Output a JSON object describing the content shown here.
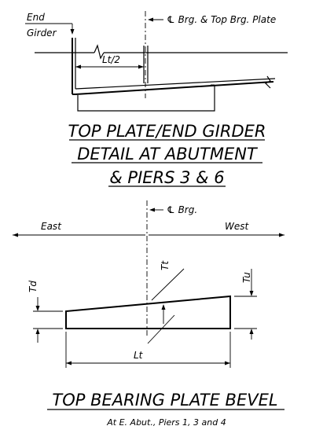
{
  "top_detail": {
    "end_girder_line1": "End",
    "end_girder_line2": "Girder",
    "cl_label": "℄ Brg. & Top Brg. Plate",
    "dim_label": "Lt/2"
  },
  "title1": {
    "line1": "TOP PLATE/END GIRDER",
    "line2": "DETAIL AT ABUTMENT",
    "line3": "& PIERS 3 & 6"
  },
  "bevel_detail": {
    "cl_label": "℄ Brg.",
    "east_label": "East",
    "west_label": "West",
    "td_label": "Td",
    "tt_label": "Tt",
    "tu_label": "Tu",
    "lt_label": "Lt"
  },
  "title2": {
    "line1": "TOP BEARING PLATE BEVEL",
    "subtitle": "At E. Abut., Piers 1, 3 and 4"
  }
}
